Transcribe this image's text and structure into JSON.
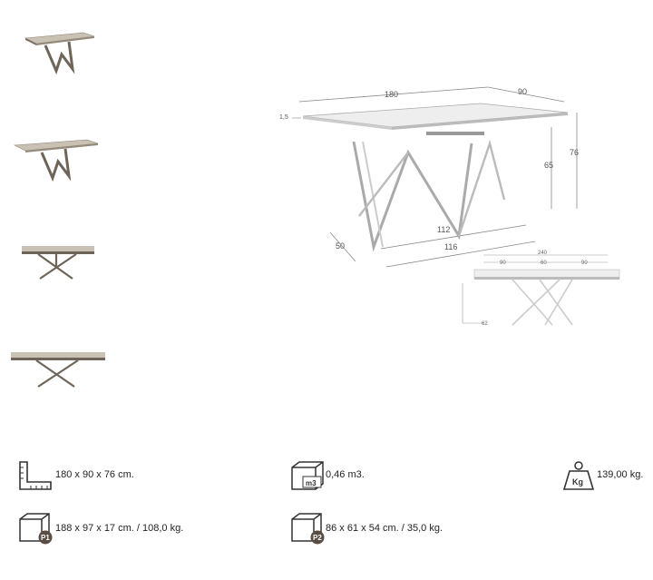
{
  "thumbnails": [
    {
      "name": "thumb-view-1"
    },
    {
      "name": "thumb-view-2"
    },
    {
      "name": "thumb-view-3"
    },
    {
      "name": "thumb-view-4"
    }
  ],
  "dimensions": {
    "length": "180",
    "depth": "90",
    "height": "76",
    "leg_height": "65",
    "top_thickness": "1,5",
    "base_inner": "112",
    "base_outer": "116",
    "base_depth": "50"
  },
  "extended": {
    "total": "240",
    "segments": [
      "90",
      "60",
      "90"
    ],
    "height": "62"
  },
  "specs": {
    "size": "180 x 90 x 76 cm.",
    "volume": "0,46 m3.",
    "weight": "139,00 kg.",
    "package1": "188 x 97 x 17 cm. / 108,0 kg.",
    "package2": "86 x 61 x 54 cm. / 35,0 kg."
  },
  "icons": {
    "size": "ruler-corner-icon",
    "volume": "box-m3-icon",
    "volume_label": "m3",
    "weight": "weight-kg-icon",
    "weight_label": "Kg",
    "package1": "package-p1-icon",
    "package1_label": "P1",
    "package2": "package-p2-icon",
    "package2_label": "P2"
  }
}
